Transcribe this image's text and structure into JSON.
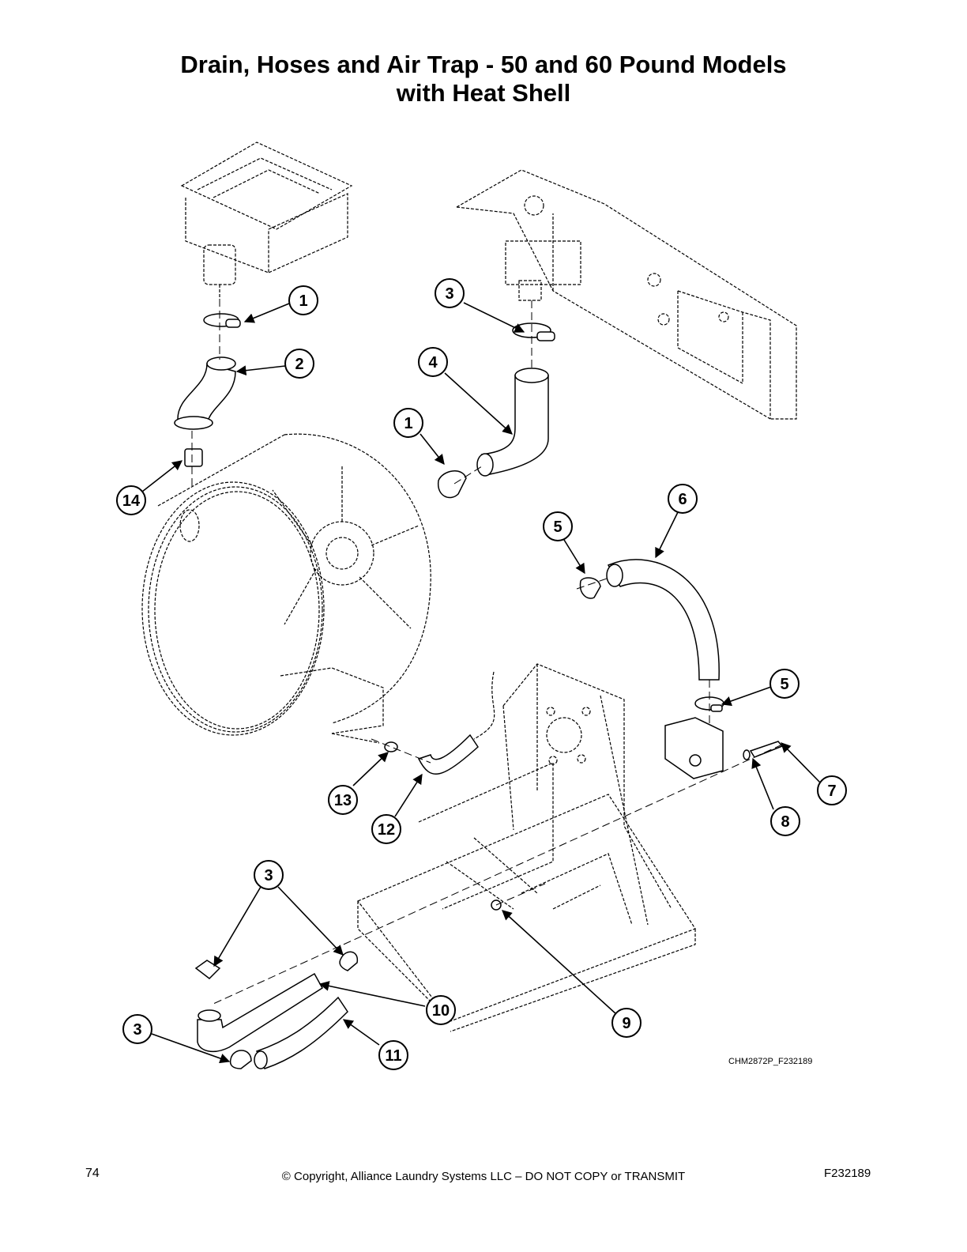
{
  "title_line1": "Drain, Hoses and Air Trap - 50 and 60 Pound Models",
  "title_line2": "with Heat Shell",
  "callouts": [
    "1",
    "2",
    "3",
    "4",
    "1",
    "14",
    "5",
    "6",
    "5",
    "7",
    "8",
    "13",
    "12",
    "3",
    "10",
    "3",
    "11",
    "9"
  ],
  "drawing_code": "CHM2872P_F232189",
  "footer": {
    "page_number": "74",
    "copyright": "© Copyright, Alliance Laundry Systems LLC – DO NOT COPY or TRANSMIT",
    "doc_code": "F232189"
  }
}
